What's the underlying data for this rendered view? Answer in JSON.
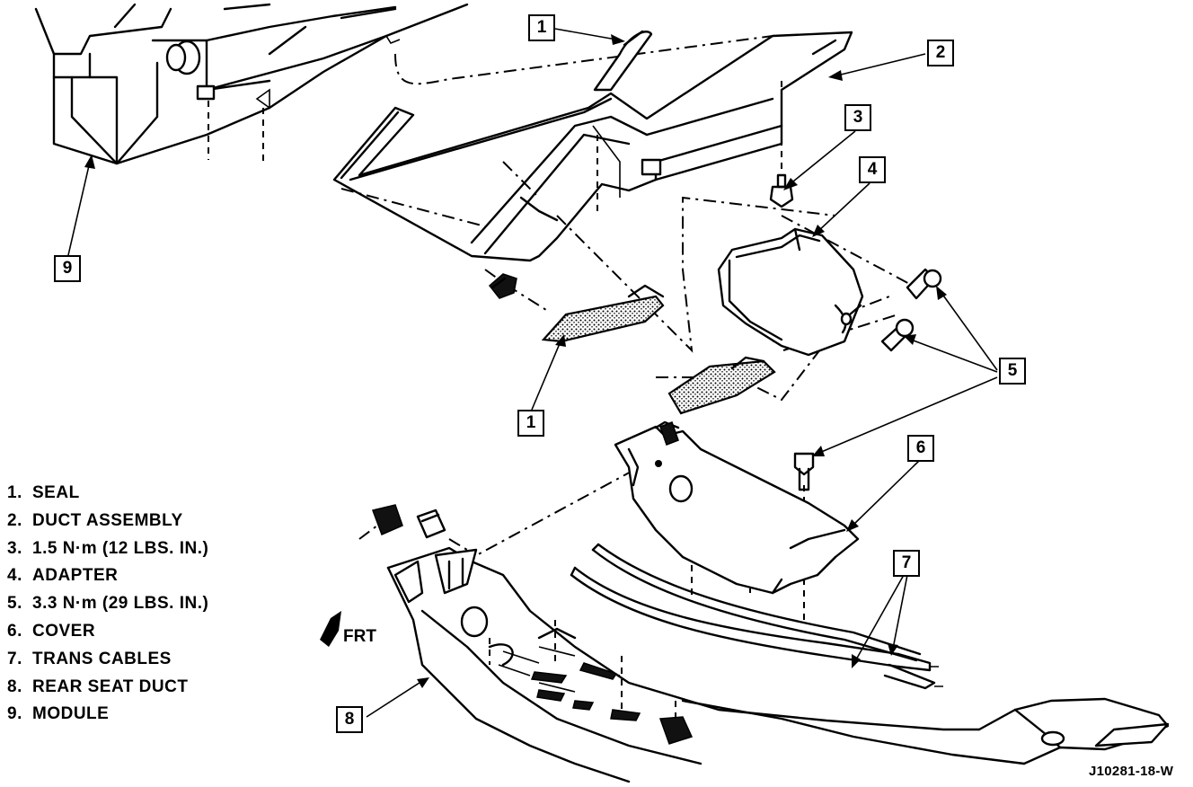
{
  "callouts": {
    "c1a": "1",
    "c2": "2",
    "c3": "3",
    "c4": "4",
    "c5": "5",
    "c1b": "1",
    "c6": "6",
    "c7": "7",
    "c8": "8",
    "c9": "9"
  },
  "legend": [
    {
      "num": "1.",
      "label": "SEAL"
    },
    {
      "num": "2.",
      "label": "DUCT ASSEMBLY"
    },
    {
      "num": "3.",
      "label": "1.5 N·m (12 LBS. IN.)"
    },
    {
      "num": "4.",
      "label": "ADAPTER"
    },
    {
      "num": "5.",
      "label": "3.3 N·m (29 LBS. IN.)"
    },
    {
      "num": "6.",
      "label": "COVER"
    },
    {
      "num": "7.",
      "label": "TRANS CABLES"
    },
    {
      "num": "8.",
      "label": "REAR SEAT DUCT"
    },
    {
      "num": "9.",
      "label": "MODULE"
    }
  ],
  "front_indicator": "FRT",
  "figure_id": "J10281-18-W"
}
